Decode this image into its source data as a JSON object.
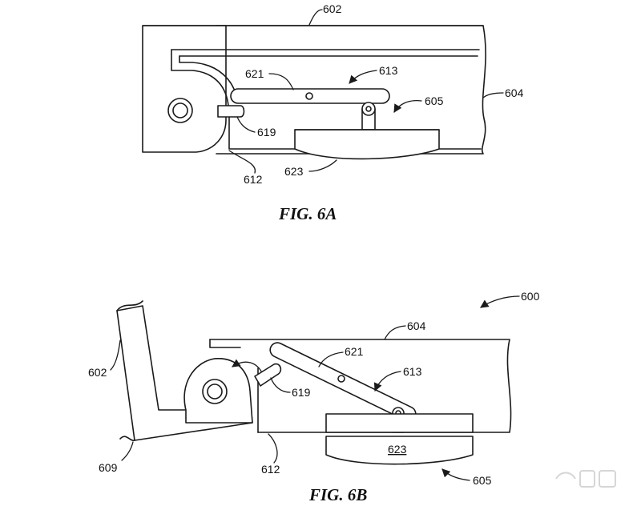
{
  "fig_a": {
    "caption": "FIG. 6A",
    "labels": {
      "l602": "602",
      "l604": "604",
      "l605": "605",
      "l612": "612",
      "l613": "613",
      "l619": "619",
      "l621": "621",
      "l623": "623"
    }
  },
  "fig_b": {
    "caption": "FIG. 6B",
    "labels": {
      "l600": "600",
      "l602": "602",
      "l604": "604",
      "l605": "605",
      "l609": "609",
      "l612": "612",
      "l613": "613",
      "l619": "619",
      "l621": "621",
      "l623": "623"
    }
  }
}
